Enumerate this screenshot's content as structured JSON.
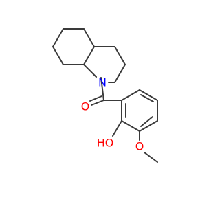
{
  "atoms": {
    "n1": {
      "text": "N",
      "color": "#0000ff"
    },
    "o_carbonyl": {
      "text": "O",
      "color": "#ff0000"
    },
    "oh": {
      "text": "HO",
      "color": "#ff0000"
    },
    "o_methoxy": {
      "text": "O",
      "color": "#ff0000"
    }
  },
  "bond_color": "#3a3a3a"
}
